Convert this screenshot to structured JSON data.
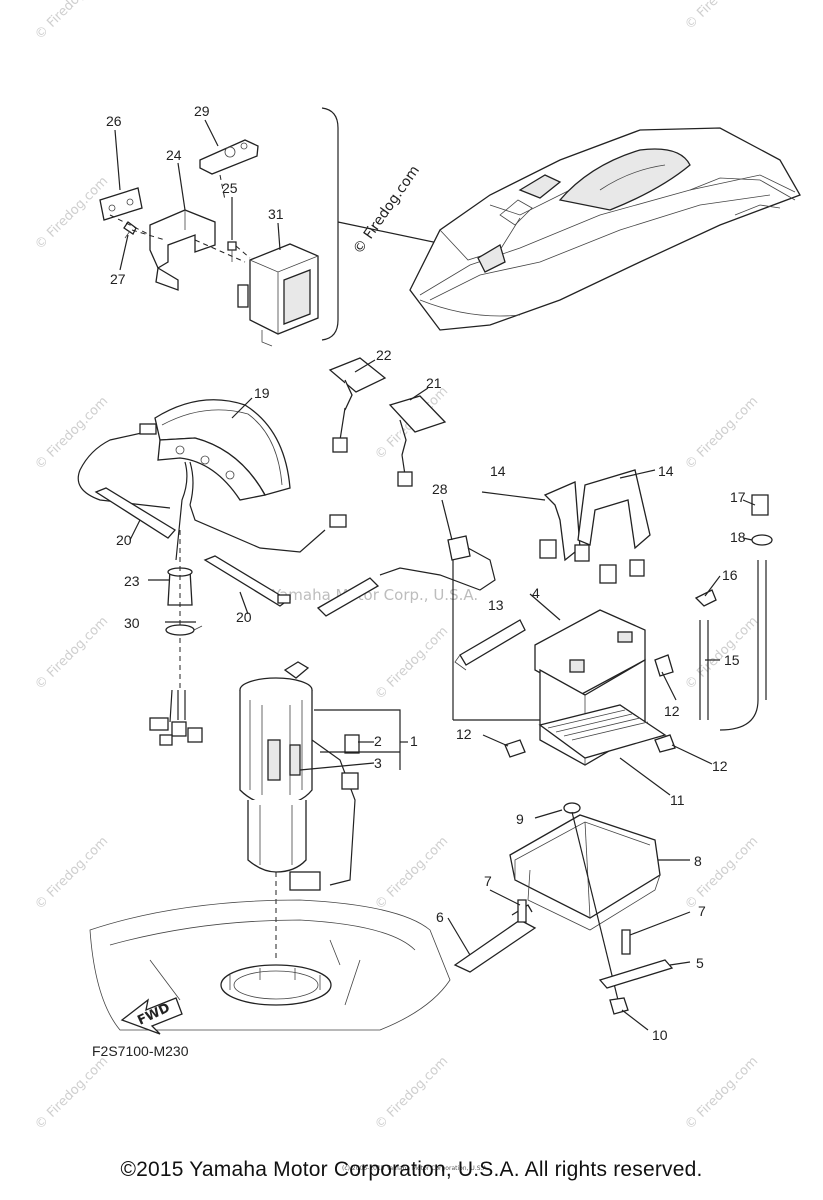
{
  "diagram": {
    "code": "F2S7100-M230",
    "fwd_label": "FWD",
    "copyright_footer": "©2015 Yamaha Motor Corporation, U.S.A. All rights reserved.",
    "small_copyright": "(c) 2005-2015 Yamaha Motor Corporation, U.S.A.",
    "center_watermark": "Yamaha Motor Corp., U.S.A.",
    "watermark": "© Firedog.com",
    "craft_watermark": "© Firedog.com",
    "part_numbers": [
      "1",
      "2",
      "3",
      "4",
      "5",
      "6",
      "7",
      "7",
      "8",
      "9",
      "10",
      "11",
      "12",
      "12",
      "12",
      "13",
      "14",
      "14",
      "15",
      "16",
      "17",
      "18",
      "19",
      "20",
      "20",
      "21",
      "22",
      "23",
      "24",
      "25",
      "26",
      "27",
      "28",
      "29",
      "30",
      "31"
    ]
  }
}
